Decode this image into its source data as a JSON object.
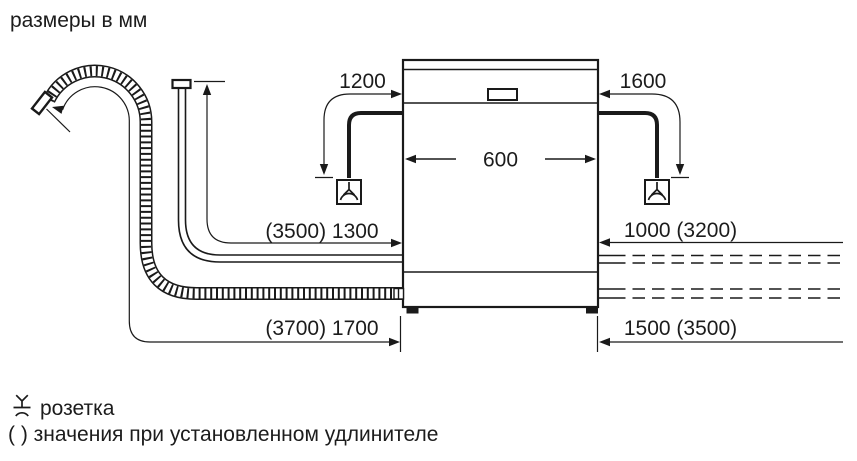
{
  "title": "размеры в мм",
  "colors": {
    "line": "#1a1a1a",
    "text": "#1c1c1c",
    "background": "#ffffff"
  },
  "dimensions": {
    "power_cable_left": "1200",
    "power_cable_right": "1600",
    "appliance_width": "600",
    "supply_hose_left": "(3500) 1300",
    "inlet_right": "1000 (3200)",
    "drain_hose_left": "(3700) 1700",
    "drain_right": "1500 (3500)"
  },
  "legend": {
    "socket_label": "розетка",
    "note": "( ) значения при установленном удлинителе"
  }
}
